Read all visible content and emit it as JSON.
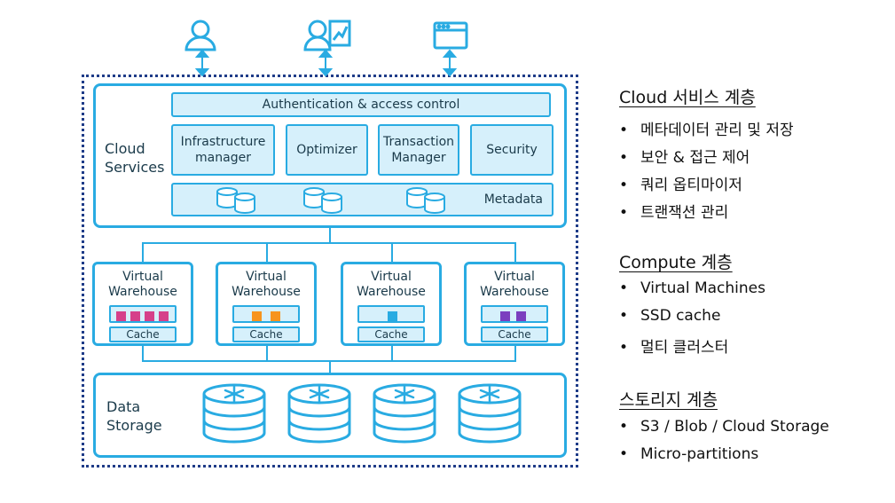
{
  "actors": [
    {
      "icon": "user-icon"
    },
    {
      "icon": "analyst-chart-icon"
    },
    {
      "icon": "browser-window-icon"
    }
  ],
  "cloud_services": {
    "label_line1": "Cloud",
    "label_line2": "Services",
    "auth": "Authentication & access control",
    "modules": [
      {
        "line1": "Infrastructure",
        "line2": "manager"
      },
      {
        "line1": "Optimizer",
        "line2": ""
      },
      {
        "line1": "Transaction",
        "line2": "Manager"
      },
      {
        "line1": "Security",
        "line2": ""
      }
    ],
    "metadata": "Metadata"
  },
  "warehouses": [
    {
      "line1": "Virtual",
      "line2": "Warehouse",
      "cache": "Cache",
      "color": "#d6408a",
      "slots": 4
    },
    {
      "line1": "Virtual",
      "line2": "Warehouse",
      "cache": "Cache",
      "color": "#f7941d",
      "slots": 2
    },
    {
      "line1": "Virtual",
      "line2": "Warehouse",
      "cache": "Cache",
      "color": "#29abe2",
      "slots": 1
    },
    {
      "line1": "Virtual",
      "line2": "Warehouse",
      "cache": "Cache",
      "color": "#7b3fbf",
      "slots": 2
    }
  ],
  "data_storage": {
    "label_line1": "Data",
    "label_line2": "Storage"
  },
  "right_panel": {
    "sections": [
      {
        "heading": "Cloud 서비스 계층",
        "items": [
          "메타데이터 관리 및 저장",
          "보안 & 접근 제어",
          "쿼리 옵티마이저",
          "트랜잭션 관리"
        ]
      },
      {
        "heading": "Compute 계층",
        "items": [
          "Virtual Machines",
          "SSD cache",
          "멀티 클러스터"
        ]
      },
      {
        "heading": "스토리지 계층",
        "items": [
          "S3 / Blob / Cloud Storage",
          "Micro-partitions"
        ]
      }
    ],
    "bullet": "•"
  },
  "colors": {
    "accent": "#29abe2",
    "fill": "#d6f0fb"
  }
}
